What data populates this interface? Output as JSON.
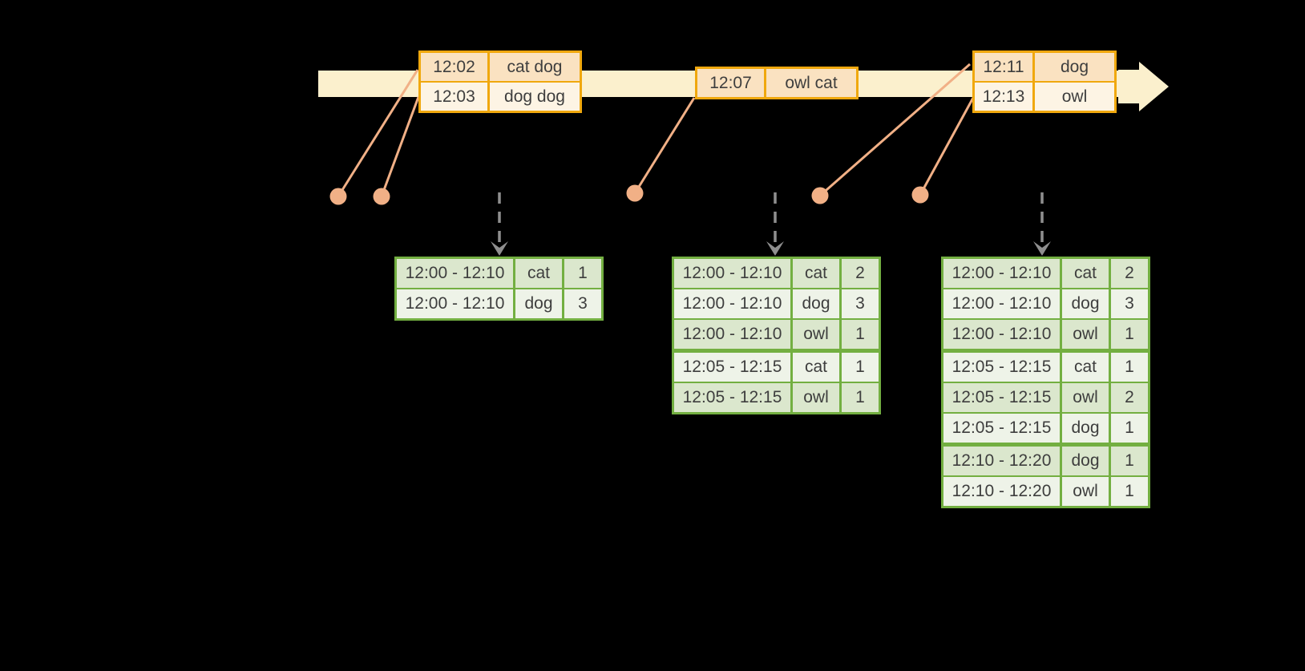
{
  "colors": {
    "timeline_fill": "#FBF0CD",
    "event_border": "#F0A80E",
    "event_row_a": "#FAE2C1",
    "event_row_b": "#FDF4E4",
    "connector": "#F1B086",
    "result_border": "#73AF41",
    "result_row_a": "#DBE7CD",
    "result_row_b": "#EEF3E8",
    "arrow_gray": "#8F8F8F",
    "text_color": "#3E3E3E"
  },
  "timeline": {
    "event_tables": [
      {
        "rows": [
          [
            "12:02",
            "cat dog"
          ],
          [
            "12:03",
            "dog dog"
          ]
        ]
      },
      {
        "rows": [
          [
            "12:07",
            "owl cat"
          ]
        ]
      },
      {
        "rows": [
          [
            "12:11",
            "dog"
          ],
          [
            "12:13",
            "owl"
          ]
        ]
      }
    ]
  },
  "result_tables": [
    {
      "rows": [
        [
          "12:00 - 12:10",
          "cat",
          "1"
        ],
        [
          "12:00 - 12:10",
          "dog",
          "3"
        ]
      ],
      "group_starts": []
    },
    {
      "rows": [
        [
          "12:00 - 12:10",
          "cat",
          "2"
        ],
        [
          "12:00 - 12:10",
          "dog",
          "3"
        ],
        [
          "12:00 - 12:10",
          "owl",
          "1"
        ],
        [
          "12:05 - 12:15",
          "cat",
          "1"
        ],
        [
          "12:05 - 12:15",
          "owl",
          "1"
        ]
      ],
      "group_starts": [
        3
      ]
    },
    {
      "rows": [
        [
          "12:00 - 12:10",
          "cat",
          "2"
        ],
        [
          "12:00 - 12:10",
          "dog",
          "3"
        ],
        [
          "12:00 - 12:10",
          "owl",
          "1"
        ],
        [
          "12:05 - 12:15",
          "cat",
          "1"
        ],
        [
          "12:05 - 12:15",
          "owl",
          "2"
        ],
        [
          "12:05 - 12:15",
          "dog",
          "1"
        ],
        [
          "12:10 - 12:20",
          "dog",
          "1"
        ],
        [
          "12:10 - 12:20",
          "owl",
          "1"
        ]
      ],
      "group_starts": [
        3,
        6
      ]
    }
  ]
}
